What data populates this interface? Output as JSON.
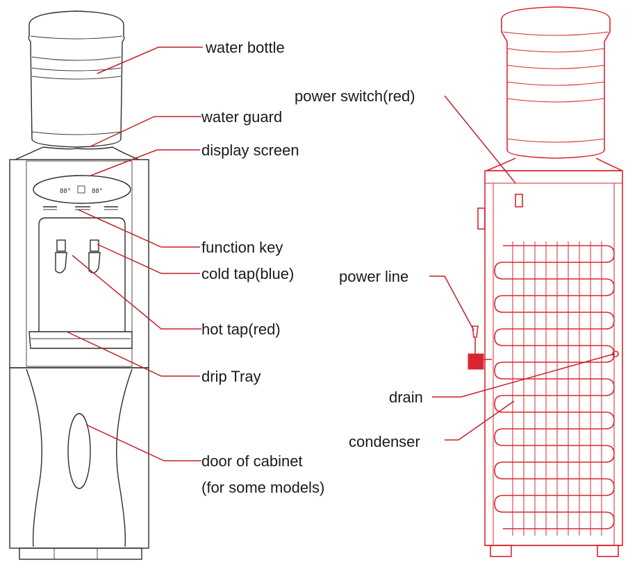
{
  "colors": {
    "leader": "#c21f2a",
    "rear_outline": "#d8262e",
    "front_outline": "#2b2b2b",
    "text": "#1a1a1a"
  },
  "labels": {
    "water_bottle": "water bottle",
    "water_guard": "water guard",
    "display_screen": "display screen",
    "function_key": "function key",
    "cold_tap": "cold tap(blue)",
    "hot_tap": "hot tap(red)",
    "drip_tray": "drip Tray",
    "door_line1": "door of cabinet",
    "door_line2": "(for some models)",
    "power_switch": "power switch(red)",
    "power_line": "power line",
    "drain": "drain",
    "condenser": "condenser"
  }
}
